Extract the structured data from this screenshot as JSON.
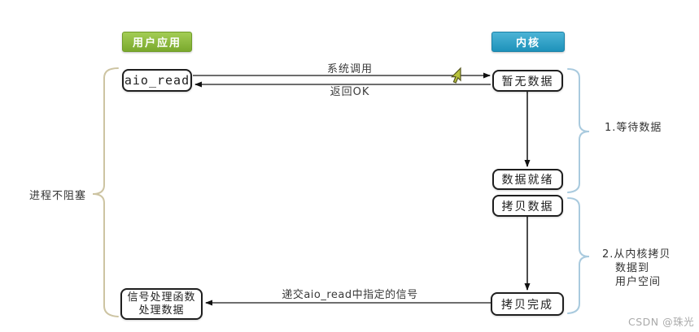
{
  "headers": {
    "user_app": {
      "label": "用户应用",
      "color": "#7aa92d"
    },
    "kernel": {
      "label": "内核",
      "color": "#1e92ba"
    }
  },
  "nodes": {
    "aio_read": "aio_read",
    "no_data": "暂无数据",
    "data_ready": "数据就绪",
    "copy_data": "拷贝数据",
    "copy_done": "拷贝完成",
    "signal_handler_line1": "信号处理函数",
    "signal_handler_line2": "处理数据"
  },
  "edges": {
    "syscall_label": "系统调用",
    "return_ok_label": "返回OK",
    "signal_label": "递交aio_read中指定的信号"
  },
  "annotations": {
    "process_no_block": "进程不阻塞",
    "wait_data": "1.等待数据",
    "copy_line1": "2.从内核拷贝",
    "copy_line2": "数据到",
    "copy_line3": "用户空间"
  },
  "icons": {
    "mouse_cursor_color": "#b6c23b"
  },
  "brace_colors": {
    "left": "#cdc4a2",
    "right": "#a9cade"
  },
  "watermark": "CSDN @珠光"
}
